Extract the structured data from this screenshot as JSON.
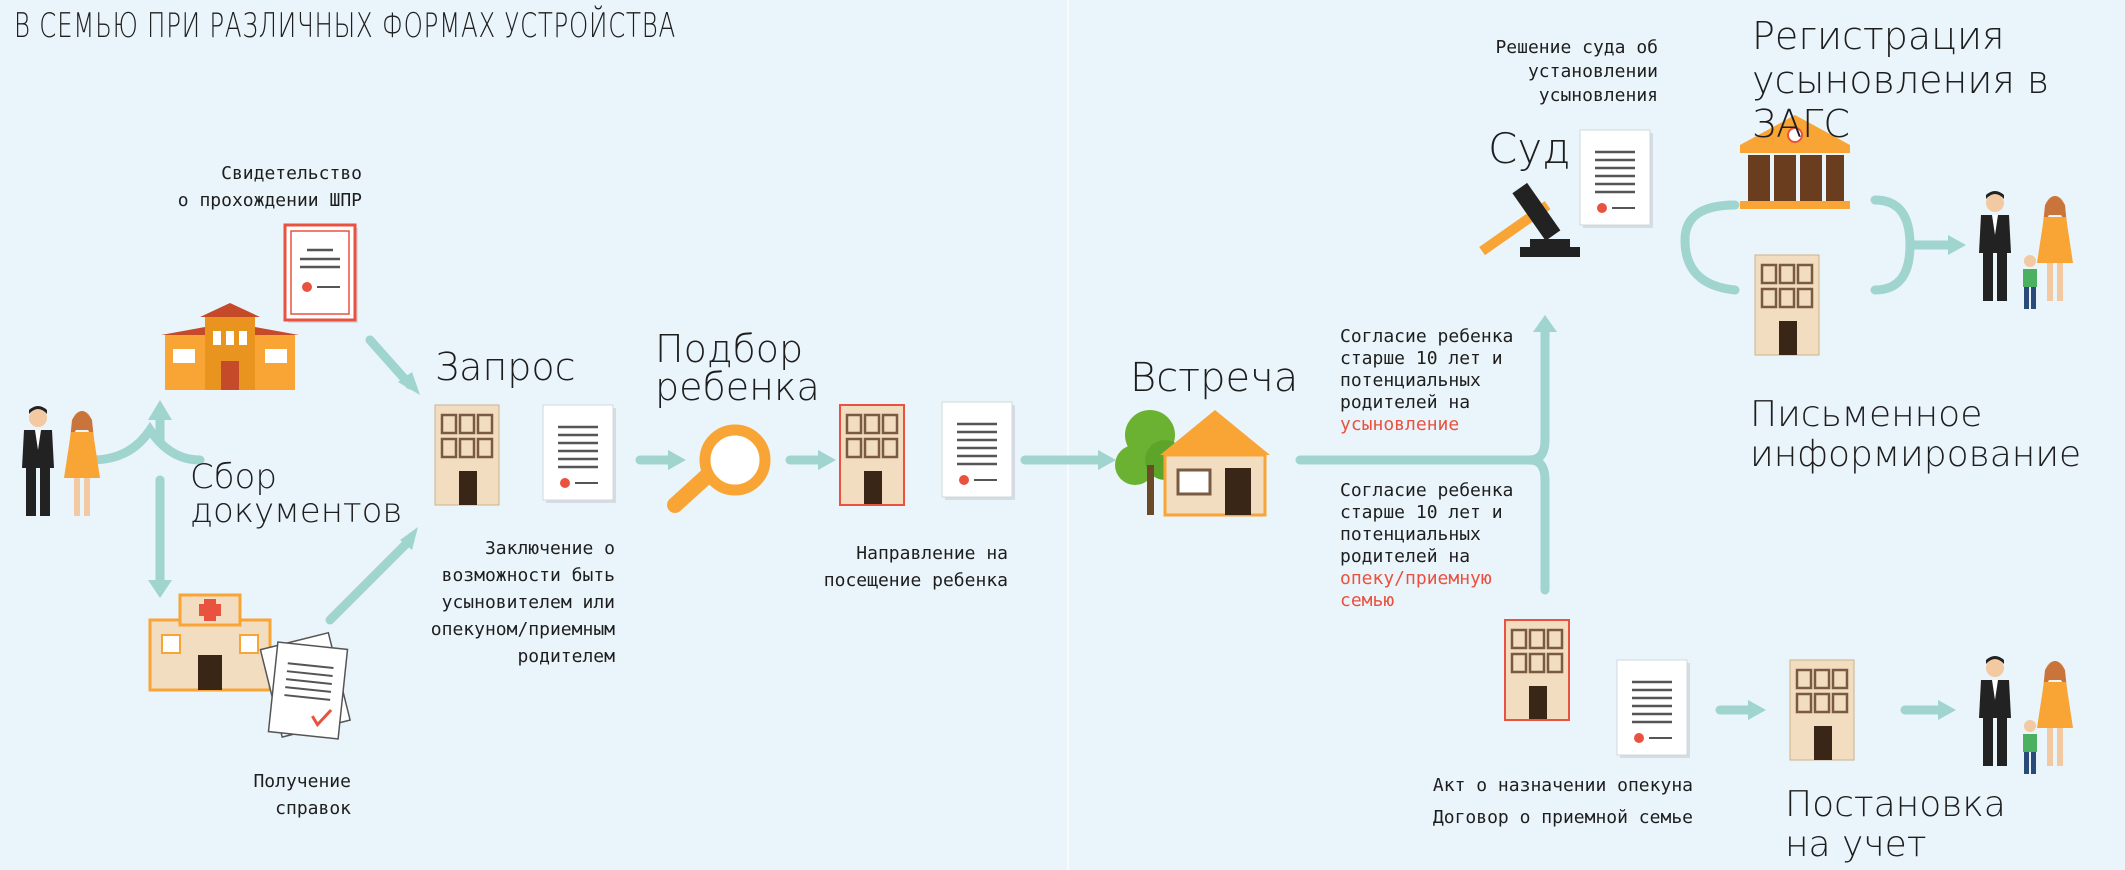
{
  "title": "В СЕМЬЮ ПРИ РАЗЛИЧНЫХ ФОРМАХ УСТРОЙСТВА",
  "colors": {
    "background": "#eaf4fb",
    "arrow": "#9fd4cf",
    "accent_red": "#e8523f",
    "building": "#f2ddc0",
    "orange": "#f8a536"
  },
  "left": {
    "certificate_label": "Свидетельство\nо прохождении ШПР",
    "collect_docs": "Сбор\nдокументов",
    "references_label": "Получение\nсправок"
  },
  "steps": {
    "request": "Запрос",
    "request_caption": "Заключение о\nвозможности быть\nусыновителем или\nопекуном/приемным\nродителем",
    "selection": "Подбор\nребенка",
    "selection_caption": "Направление на\nпосещение ребенка",
    "meeting": "Встреча"
  },
  "consent_adoption": {
    "text": "Согласие ребенка\nстарше 10 лет и\nпотенциальных\nродителей на",
    "highlight": "усыновление"
  },
  "consent_guardian": {
    "text": "Согласие ребенка\nстарше 10 лет и\nпотенциальных\nродителей на",
    "highlight": "опеку/приемную\nсемью"
  },
  "court": {
    "heading": "Суд",
    "decision": "Решение суда об\nустановлении\nусыновления"
  },
  "registry": "Регистрация\nусыновления в ЗАГС",
  "written_notice": "Письменное\nинформирование",
  "guardian_act": "Акт о назначении опекуна\nДоговор о приемной семье",
  "registration": "Постановка\nна учет",
  "icons": [
    "family-icon",
    "school-building-icon",
    "certificate-icon",
    "hospital-icon",
    "papers-icon",
    "building-icon",
    "document-icon",
    "magnifier-icon",
    "house-icon",
    "gavel-icon",
    "courthouse-icon"
  ]
}
